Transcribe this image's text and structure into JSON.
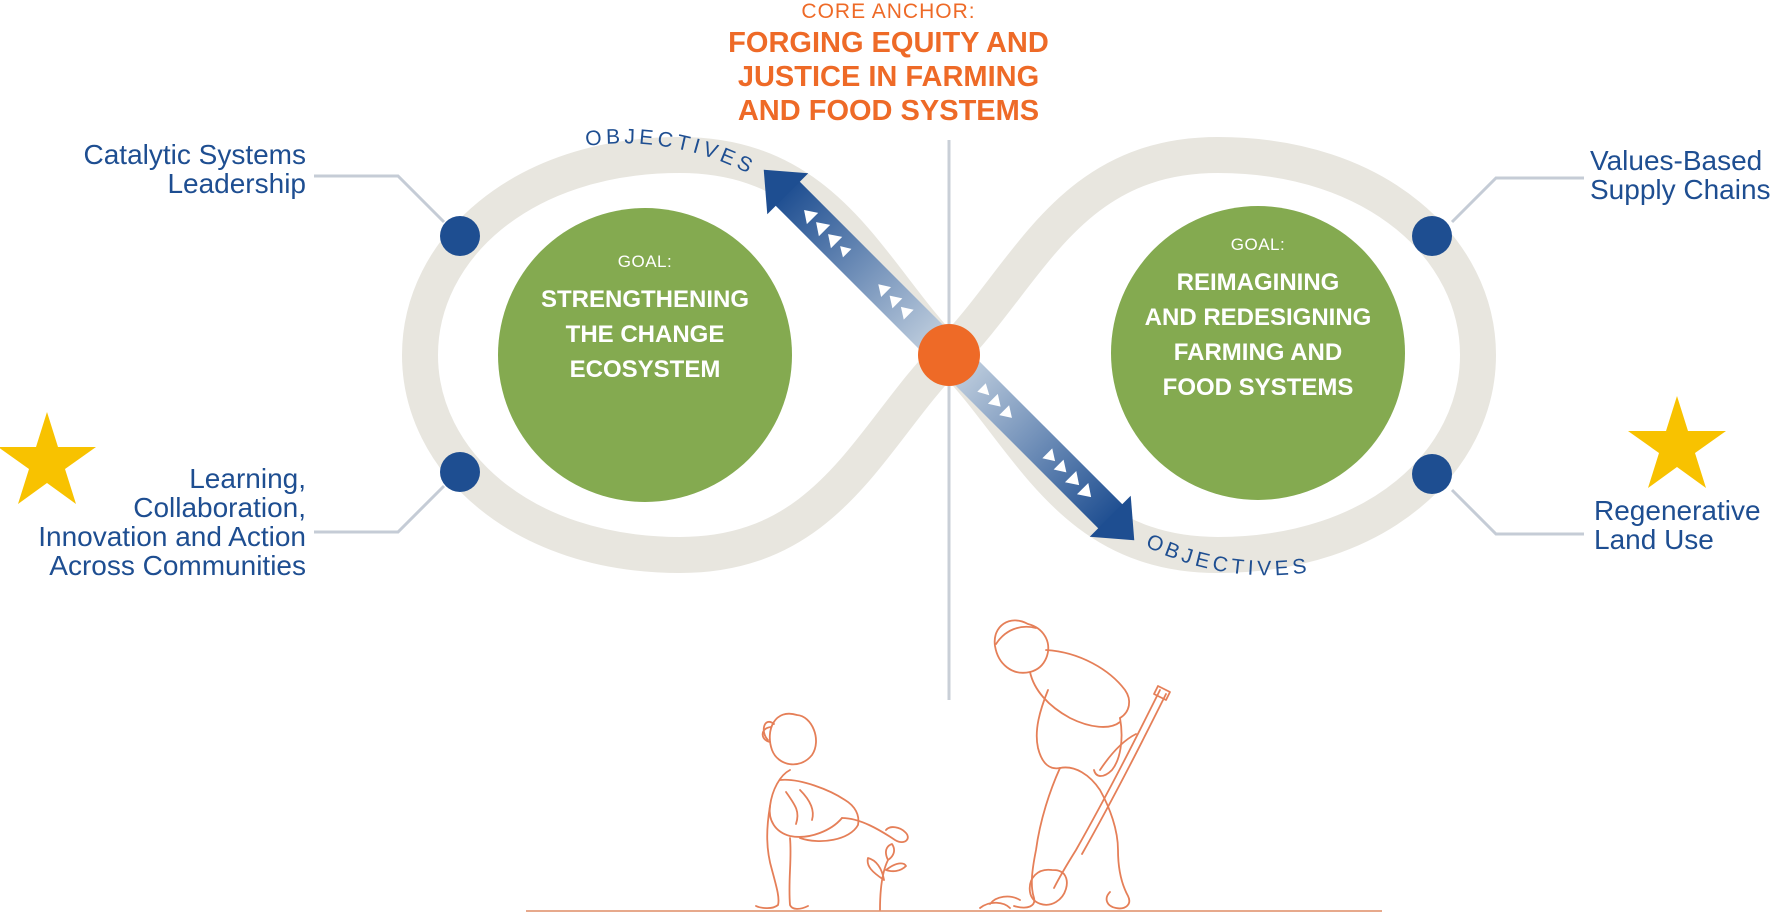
{
  "colors": {
    "ring": "#e8e6df",
    "goal_circle": "#84aa50",
    "navy": "#1e4e91",
    "orange": "#ee6a27",
    "star": "#f8c200",
    "connector": "#c5ccd6",
    "divider": "#c9cfd7"
  },
  "anchor": {
    "label": "CORE ANCHOR:",
    "title_lines": [
      "FORGING EQUITY AND",
      "JUSTICE IN FARMING",
      "AND FOOD SYSTEMS"
    ]
  },
  "goals": {
    "left": {
      "label": "GOAL:",
      "title_lines": [
        "STRENGTHENING",
        "THE CHANGE",
        "ECOSYSTEM"
      ]
    },
    "right": {
      "label": "GOAL:",
      "title_lines": [
        "REIMAGINING",
        "AND REDESIGNING",
        "FARMING AND",
        "FOOD SYSTEMS"
      ]
    }
  },
  "ring_labels": {
    "top": "OBJECTIVES",
    "bottom": "OBJECTIVES"
  },
  "objectives": {
    "top_left": [
      "Catalytic Systems",
      "Leadership"
    ],
    "bottom_left": [
      "Learning,",
      "Collaboration,",
      "Innovation and Action",
      "Across Communities"
    ],
    "top_right": [
      "Values-Based",
      "Supply Chains"
    ],
    "bottom_right": [
      "Regenerative",
      "Land Use"
    ]
  },
  "icons": {
    "star_left": "star-icon",
    "star_right": "star-icon",
    "illustration": "people-planting-illustration"
  }
}
